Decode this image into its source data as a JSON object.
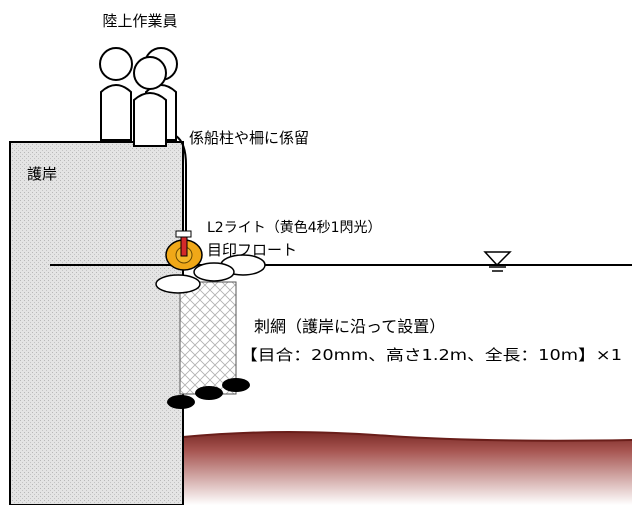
{
  "labels": {
    "workers": "陸上作業員",
    "mooring": "係船柱や柵に係留",
    "seawall": "護岸",
    "light": "L2ライト（黄色4秒1閃光）",
    "float": "目印フロート",
    "net_title": "刺網（護岸に沿って設置）",
    "net_spec": "【目合：20mm、高さ1.2m、全長：10m】×1"
  },
  "colors": {
    "seawall_fill": "#e3e3e3",
    "float_ring": "#f0a818",
    "light_body": "#d42a2a",
    "seabed_top": "#7a2a26",
    "seabed_bottom": "#ffffff"
  },
  "icons": {
    "water_level": "water-level-triangle-icon"
  }
}
